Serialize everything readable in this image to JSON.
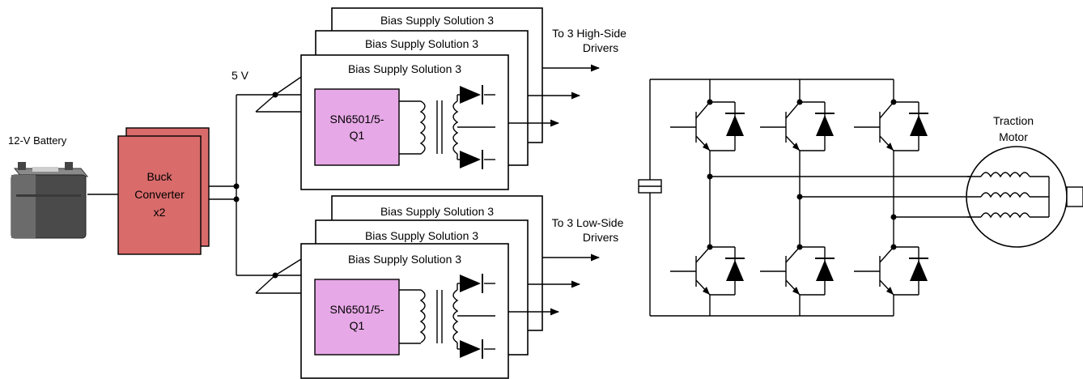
{
  "battery": {
    "label": "12-V Battery"
  },
  "buck": {
    "line1": "Buck",
    "line2": "Converter",
    "line3": "x2"
  },
  "bus_voltage": "5 V",
  "bias_supply": {
    "title": "Bias Supply Solution 3"
  },
  "chip": {
    "line1": "SN6501/5-",
    "line2": "Q1"
  },
  "high_side": {
    "line1": "To 3 High-Side",
    "line2": "Drivers"
  },
  "low_side": {
    "line1": "To 3 Low-Side",
    "line2": "Drivers"
  },
  "motor": {
    "line1": "Traction",
    "line2": "Motor"
  },
  "colors": {
    "buck_fill": "#d96b6b",
    "chip_fill": "#e6a8e6"
  }
}
